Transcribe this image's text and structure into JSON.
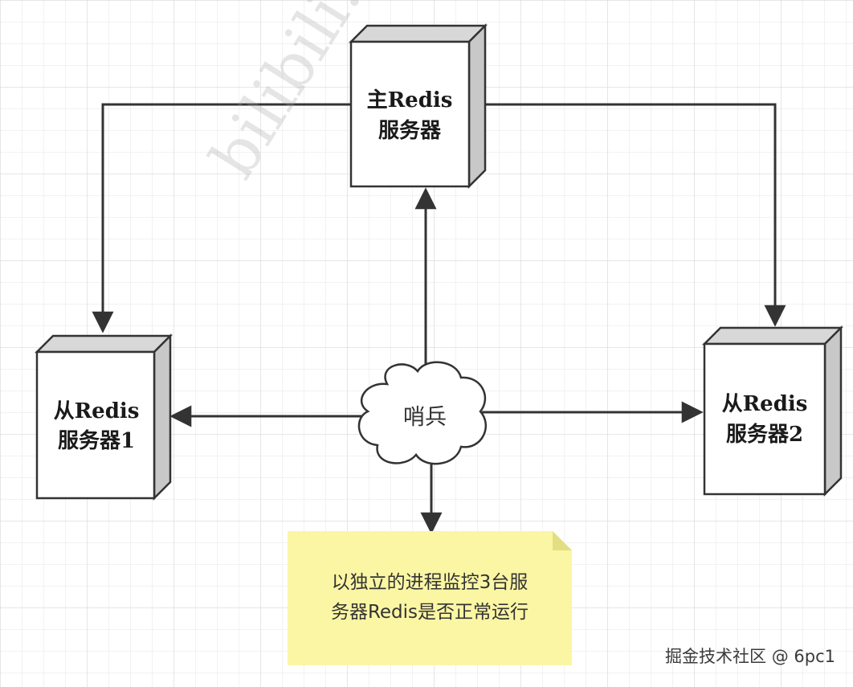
{
  "master": {
    "line1": "主Redis",
    "line2": "服务器"
  },
  "slave1": {
    "line1": "从Redis",
    "line2": "服务器1"
  },
  "slave2": {
    "line1": "从Redis",
    "line2": "服务器2"
  },
  "sentinel": {
    "label": "哨兵"
  },
  "note": {
    "line1": "以独立的进程监控3台服",
    "line2": "务器Redis是否正常运行"
  },
  "watermark": "bilibili: 狂神",
  "credit": "掘金技术社区 @ 6pc1",
  "colors": {
    "grid": "#e4e4e4",
    "note_fill": "#fbf6a4",
    "note_fold": "#e3de84",
    "box_side": "#d8d8d8",
    "stroke": "#333333"
  }
}
